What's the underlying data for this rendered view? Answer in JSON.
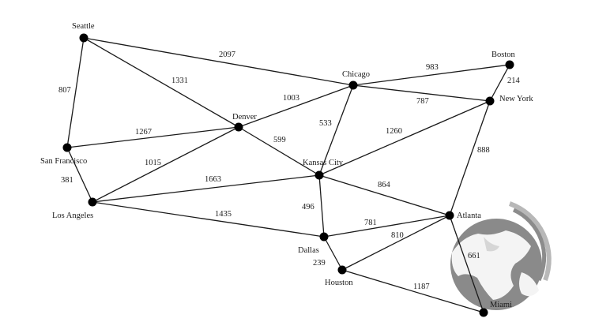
{
  "cities": {
    "seattle": "Seattle",
    "san_francisco": "San Francisco",
    "los_angeles": "Los Angeles",
    "denver": "Denver",
    "chicago": "Chicago",
    "boston": "Boston",
    "new_york": "New York",
    "kansas_city": "Kansas City",
    "dallas": "Dallas",
    "houston": "Houston",
    "atlanta": "Atlanta",
    "miami": "Miami"
  },
  "edges": [
    {
      "from": "seattle",
      "to": "chicago",
      "distance": "2097"
    },
    {
      "from": "seattle",
      "to": "denver",
      "distance": "1331"
    },
    {
      "from": "seattle",
      "to": "san_francisco",
      "distance": "807"
    },
    {
      "from": "san_francisco",
      "to": "denver",
      "distance": "1267"
    },
    {
      "from": "san_francisco",
      "to": "los_angeles",
      "distance": "381"
    },
    {
      "from": "los_angeles",
      "to": "denver",
      "distance": "1015"
    },
    {
      "from": "los_angeles",
      "to": "kansas_city",
      "distance": "1663"
    },
    {
      "from": "los_angeles",
      "to": "dallas",
      "distance": "1435"
    },
    {
      "from": "denver",
      "to": "chicago",
      "distance": "1003"
    },
    {
      "from": "denver",
      "to": "kansas_city",
      "distance": "599"
    },
    {
      "from": "chicago",
      "to": "boston",
      "distance": "983"
    },
    {
      "from": "chicago",
      "to": "new_york",
      "distance": "787"
    },
    {
      "from": "chicago",
      "to": "kansas_city",
      "distance": "533"
    },
    {
      "from": "boston",
      "to": "new_york",
      "distance": "214"
    },
    {
      "from": "new_york",
      "to": "kansas_city",
      "distance": "1260"
    },
    {
      "from": "new_york",
      "to": "atlanta",
      "distance": "888"
    },
    {
      "from": "kansas_city",
      "to": "atlanta",
      "distance": "864"
    },
    {
      "from": "kansas_city",
      "to": "dallas",
      "distance": "496"
    },
    {
      "from": "dallas",
      "to": "atlanta",
      "distance": "781"
    },
    {
      "from": "dallas",
      "to": "houston",
      "distance": "239"
    },
    {
      "from": "houston",
      "to": "atlanta",
      "distance": "810"
    },
    {
      "from": "houston",
      "to": "miami",
      "distance": "1187"
    },
    {
      "from": "atlanta",
      "to": "miami",
      "distance": "661"
    }
  ],
  "colors": {
    "node": "#000000",
    "edge": "#1a1a1a",
    "globe_land": "#f4f4f4",
    "globe_ocean": "#8a8a8a"
  },
  "watermark_icon": "globe-icon"
}
